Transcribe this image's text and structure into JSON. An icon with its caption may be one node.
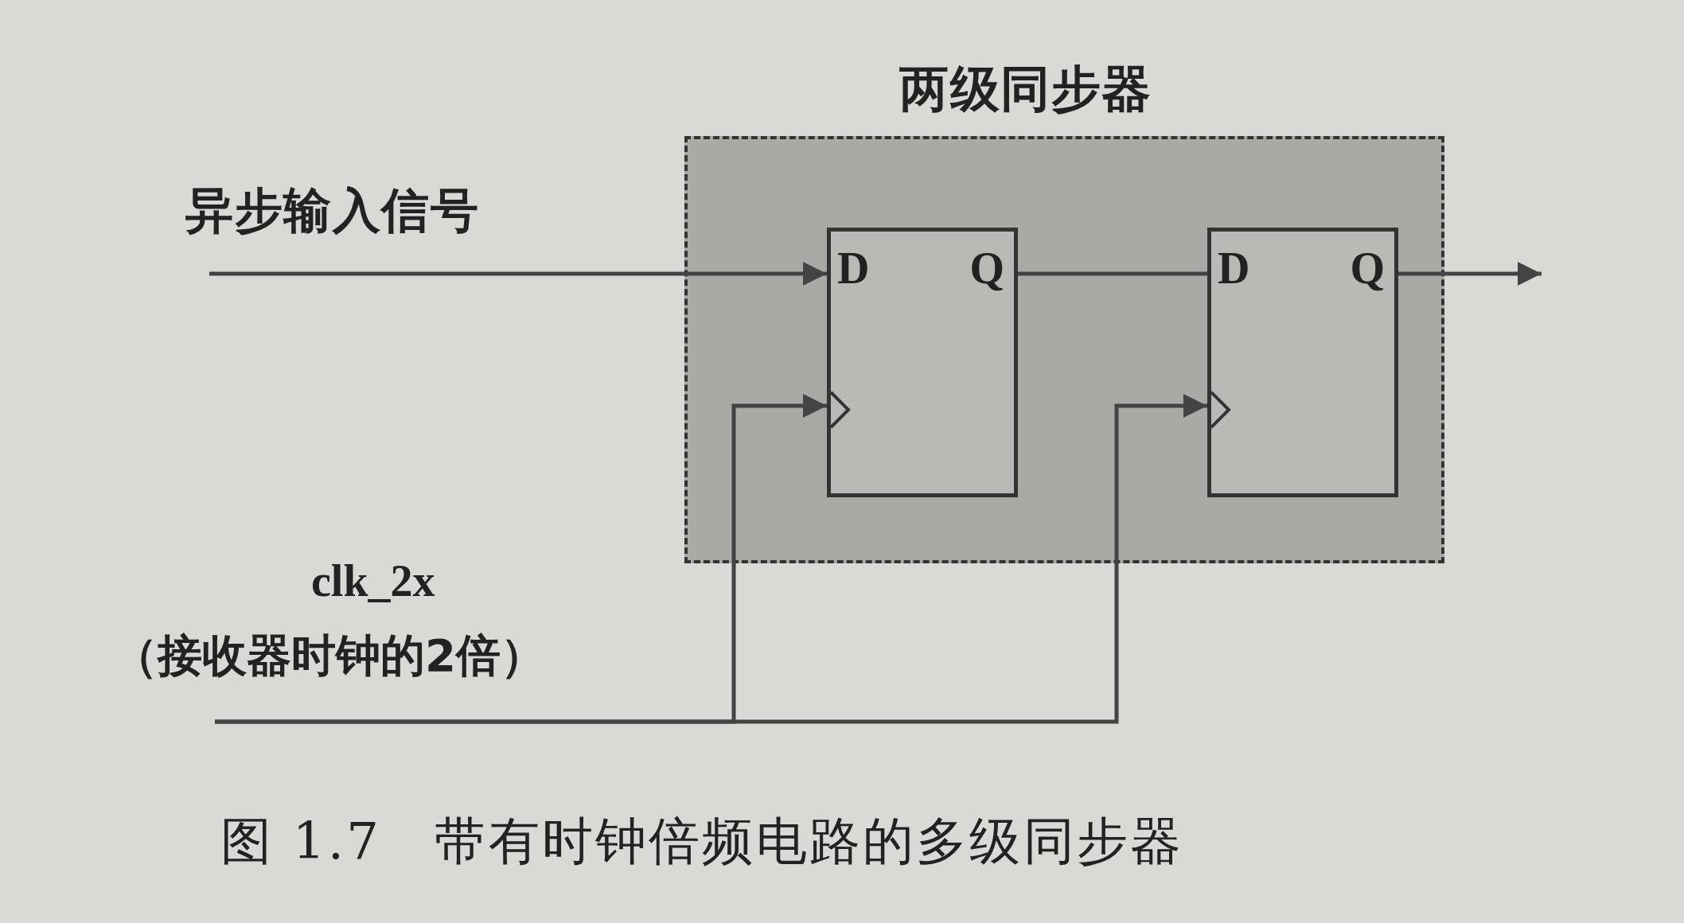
{
  "diagram": {
    "caption": "图 1.7　带有时钟倍频电路的多级同步器",
    "nodes": [
      {
        "text": [
          "两级同步器"
        ]
      },
      {
        "text": [
          "D",
          "Q"
        ],
        "in": 0
      },
      {
        "text": [
          "D",
          "Q"
        ],
        "in": 0
      }
    ],
    "edges": [
      {
        "from": null,
        "to": 1,
        "arrow": "to",
        "label": "异步输入信号"
      },
      {
        "from": 1,
        "to": 2,
        "arrow": "none"
      },
      {
        "from": 2,
        "to": null,
        "arrow": "to"
      },
      {
        "from": null,
        "to": 1,
        "arrow": "to"
      },
      {
        "from": null,
        "to": 2,
        "arrow": "to"
      }
    ],
    "labels": [
      "clk_2x",
      "（接收器时钟的2倍）"
    ]
  }
}
